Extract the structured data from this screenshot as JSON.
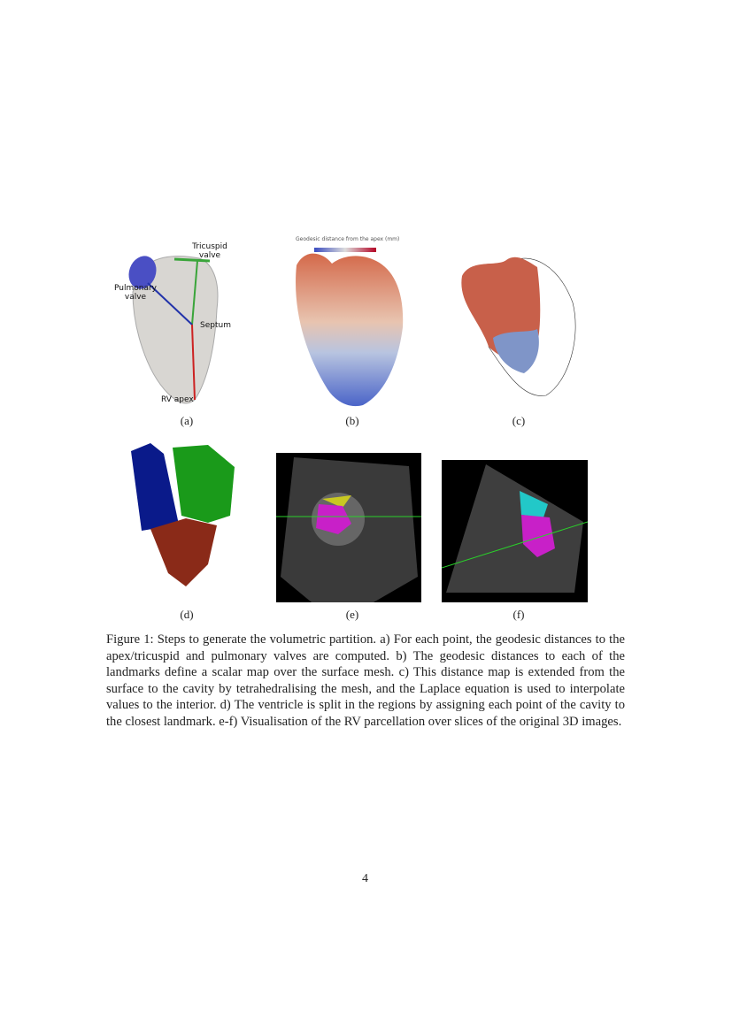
{
  "figure": {
    "panels": [
      {
        "label": "(a)",
        "annotations": {
          "tricuspid": "Tricuspid\nvalve",
          "pulmonary": "Pulmonary\nvalve",
          "septum": "Septum",
          "apex": "RV apex"
        }
      },
      {
        "label": "(b)",
        "colorbar_title": "Geodesic distance from the apex (mm)"
      },
      {
        "label": "(c)"
      },
      {
        "label": "(d)"
      },
      {
        "label": "(e)"
      },
      {
        "label": "(f)"
      }
    ],
    "caption": "Figure 1: Steps to generate the volumetric partition. a) For each point, the geodesic distances to the apex/tricuspid and pulmonary valves are computed. b) The geodesic distances to each of the landmarks define a scalar map over the surface mesh. c) This distance map is extended from the surface to the cavity by tetrahedralising the mesh, and the Laplace equation is used to interpolate values to the interior. d) The ventricle is split in the regions by assigning each point of the cavity to the closest landmark. e-f) Visualisation of the RV parcellation over slices of the original 3D images."
  },
  "page_number": "4"
}
